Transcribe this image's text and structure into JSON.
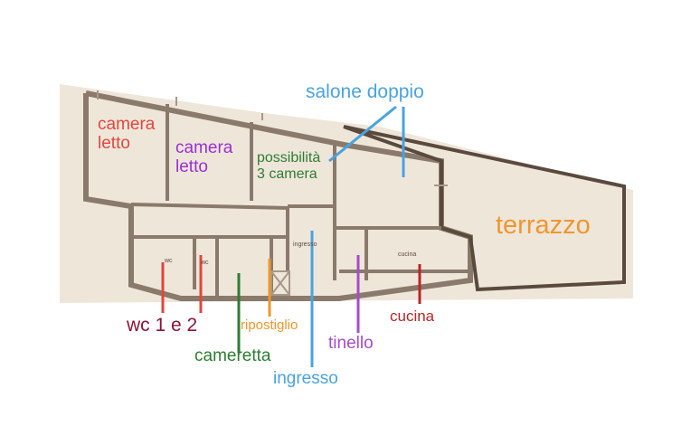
{
  "plan_labels": {
    "camera_letto_1": "camera\nletto",
    "camera_letto_2": "camera\nletto",
    "possibilita": "possibilità\n3 camera",
    "salone": "salone doppio",
    "terrazzo": "terrazzo",
    "wc": "wc 1 e 2",
    "ripostiglio": "ripostiglio",
    "cameretta": "cameretta",
    "ingresso": "ingresso",
    "tinello": "tinello",
    "cucina": "cucina"
  },
  "colors": {
    "red": "#e1473c",
    "purple": "#9b2fd6",
    "green": "#2e7d32",
    "blue": "#4aa3df",
    "orange": "#f0962e",
    "maroon": "#8a1538",
    "dark_red": "#b7282a",
    "violet": "#a64cc9"
  }
}
